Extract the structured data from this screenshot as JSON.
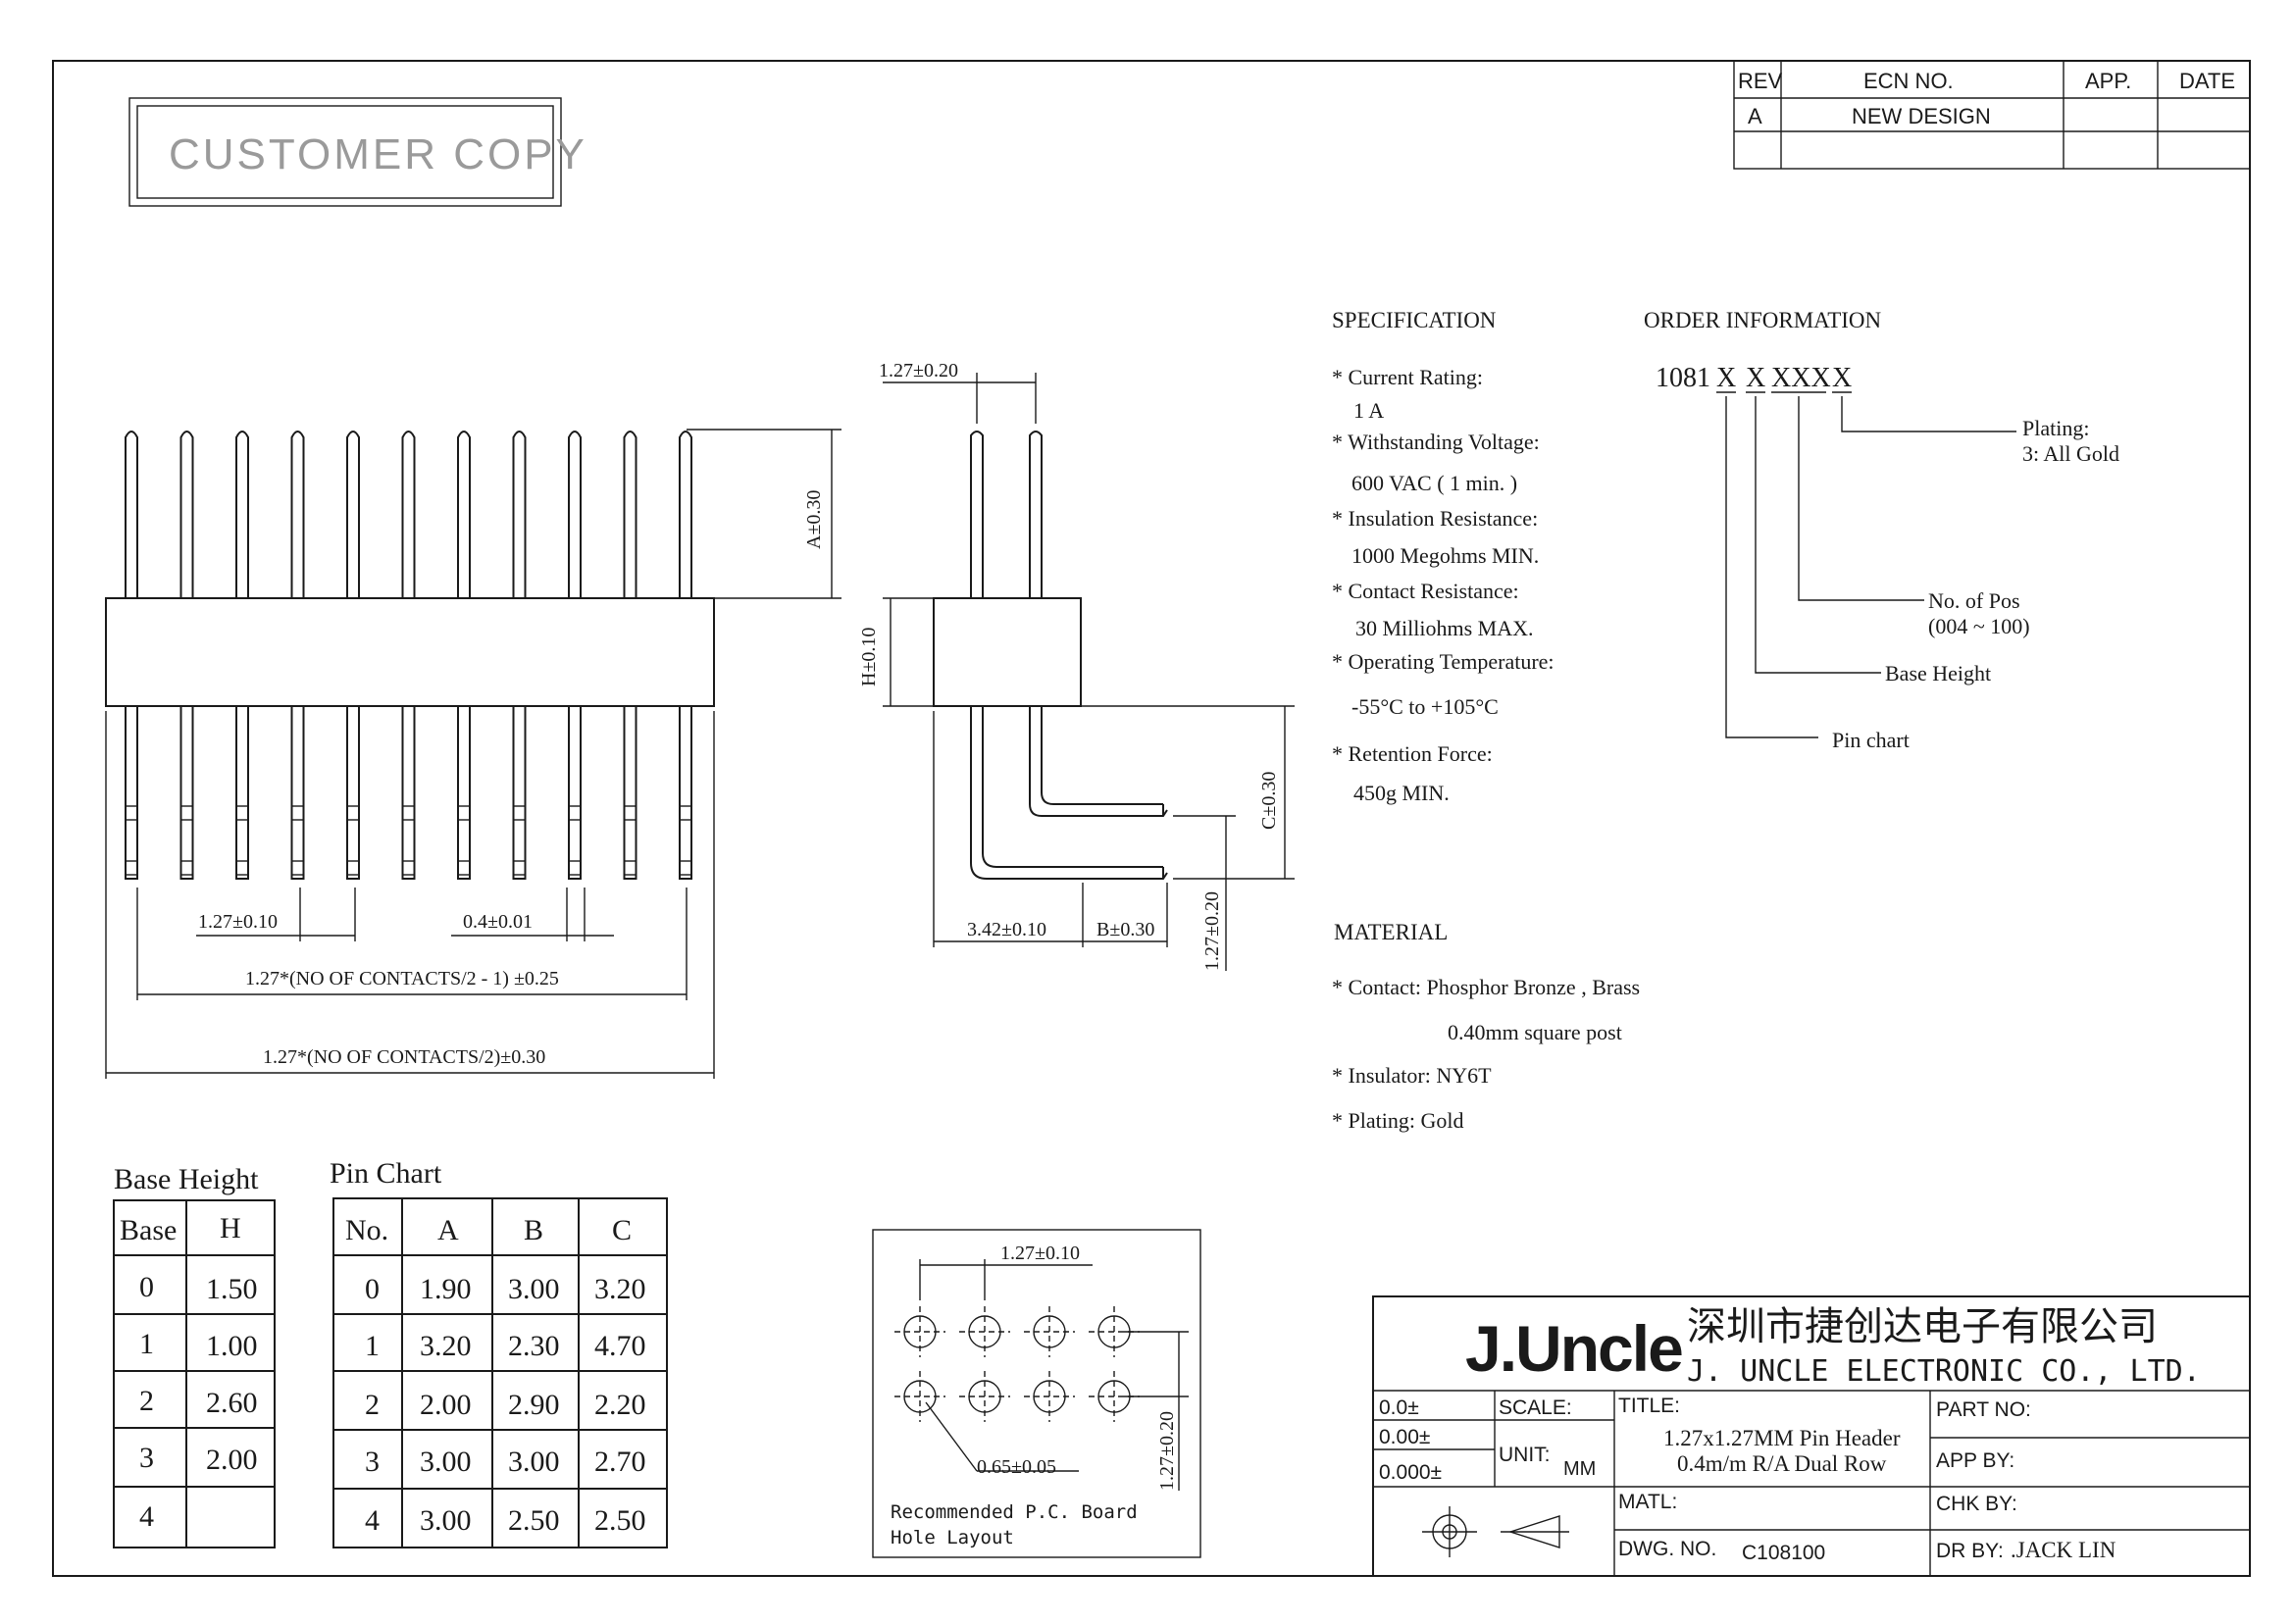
{
  "stamp": "CUSTOMER COPY",
  "revision": {
    "headers": [
      "REV",
      "ECN NO.",
      "APP.",
      "DATE"
    ],
    "rows": [
      [
        "A",
        "NEW DESIGN",
        "",
        ""
      ]
    ]
  },
  "front_view": {
    "dim_pitch": "1.27±0.10",
    "dim_pin": "0.4±0.01",
    "dim_span": "1.27*(NO OF CONTACTS/2 - 1) ±0.25",
    "dim_length": "1.27*(NO OF CONTACTS/2)±0.30"
  },
  "side_view": {
    "dim_top": "1.27±0.20",
    "dim_a": "A±0.30",
    "dim_h": "H±0.10",
    "dim_c": "C±0.30",
    "dim_342": "3.42±0.10",
    "dim_b": "B±0.30",
    "dim_127v": "1.27±0.20"
  },
  "specification": {
    "title": "SPECIFICATION",
    "items": [
      {
        "label": "* Current Rating:",
        "value": "1 A"
      },
      {
        "label": "* Withstanding Voltage:",
        "value": "600 VAC ( 1 min. )"
      },
      {
        "label": "*  Insulation Resistance:",
        "value": "1000 Megohms MIN."
      },
      {
        "label": "* Contact Resistance:",
        "value": "30 Milliohms MAX."
      },
      {
        "label": "* Operating Temperature:",
        "value": "-55°C to +105°C"
      },
      {
        "label": "* Retention Force:",
        "value": "450g MIN."
      }
    ]
  },
  "order": {
    "title": "ORDER INFORMATION",
    "prefix": "1081",
    "codes": [
      "X",
      "X",
      "XXX",
      "X"
    ],
    "plating_label": "Plating:",
    "plating_value": "3: All Gold",
    "pos_label": "No. of Pos",
    "pos_range": "(004 ~ 100)",
    "base_height": "Base Height",
    "pin_chart": "Pin chart"
  },
  "material": {
    "title": "MATERIAL",
    "contact": "* Contact: Phosphor Bronze , Brass",
    "contact_sub": "0.40mm square post",
    "insulator": "* Insulator: NY6T",
    "plating": "* Plating: Gold"
  },
  "base_height_table": {
    "title": "Base Height",
    "headers": [
      "Base",
      "H"
    ],
    "rows": [
      [
        "0",
        "1.50"
      ],
      [
        "1",
        "1.00"
      ],
      [
        "2",
        "2.60"
      ],
      [
        "3",
        "2.00"
      ],
      [
        "4",
        ""
      ]
    ]
  },
  "pin_chart_table": {
    "title": "Pin Chart",
    "headers": [
      "No.",
      "A",
      "B",
      "C"
    ],
    "rows": [
      [
        "0",
        "1.90",
        "3.00",
        "3.20"
      ],
      [
        "1",
        "3.20",
        "2.30",
        "4.70"
      ],
      [
        "2",
        "2.00",
        "2.90",
        "2.20"
      ],
      [
        "3",
        "3.00",
        "3.00",
        "2.70"
      ],
      [
        "4",
        "3.00",
        "2.50",
        "2.50"
      ]
    ]
  },
  "pcb": {
    "dim_pitch_h": "1.27±0.10",
    "dim_pitch_v": "1.27±0.20",
    "dim_hole": "0.65±0.05",
    "caption1": "Recommended P.C. Board",
    "caption2": "Hole Layout"
  },
  "title_block": {
    "logo": "J.Uncle",
    "company_cn": "深圳市捷创达电子有限公司",
    "company_en": "J. UNCLE ELECTRONIC CO., LTD.",
    "tol1": "0.0±",
    "tol2": "0.00±",
    "tol3": "0.000±",
    "scale_label": "SCALE:",
    "unit_label": "UNIT:",
    "unit_value": "MM",
    "title_label": "TITLE:",
    "title_line1": "1.27x1.27MM Pin Header",
    "title_line2": "0.4m/m R/A Dual Row",
    "matl_label": "MATL:",
    "dwg_label": "DWG. NO.",
    "dwg_value": "C108100",
    "part_label": "PART NO:",
    "app_label": "APP BY:",
    "chk_label": "CHK BY:",
    "dr_label": "DR BY:",
    "dr_value": ".JACK LIN"
  }
}
